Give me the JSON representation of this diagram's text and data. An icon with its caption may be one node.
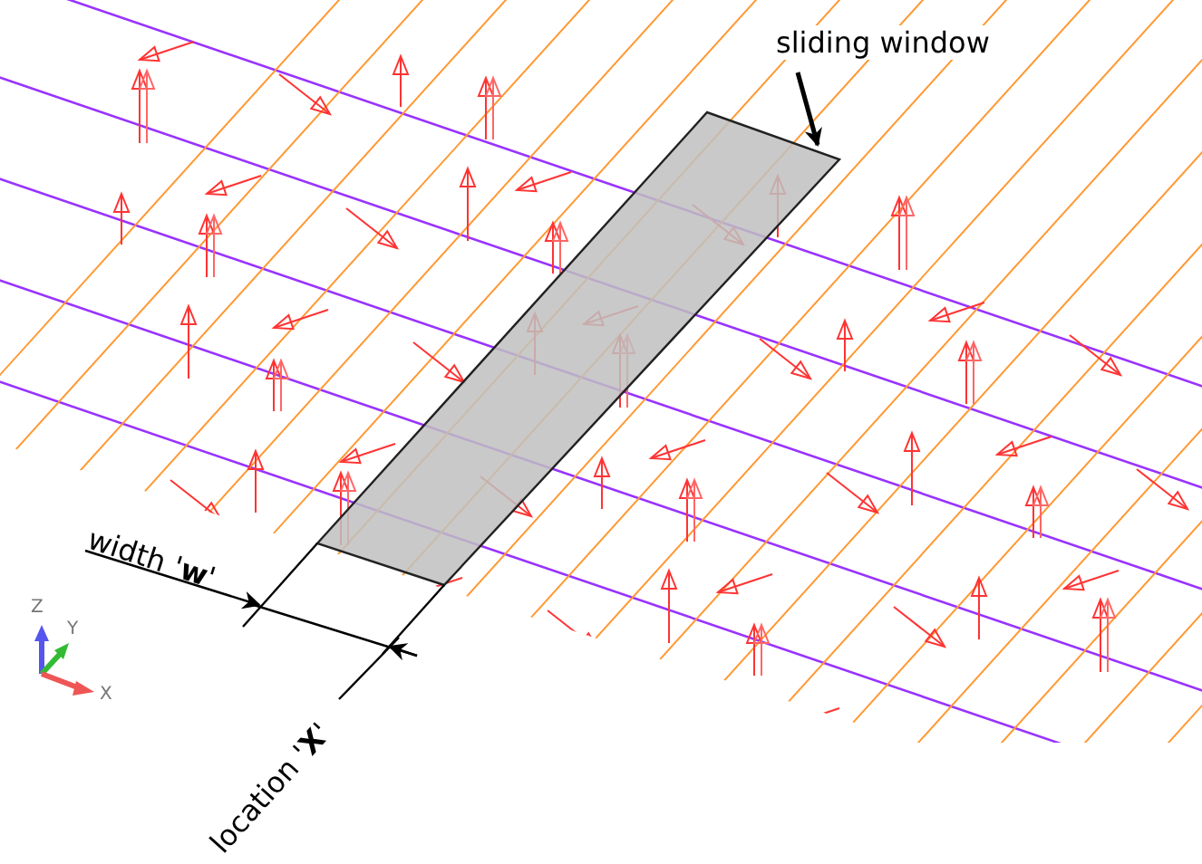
{
  "diagram": {
    "nodes": [
      {
        "text": [
          "sliding window"
        ]
      },
      {
        "text": [],
        "shape": "box"
      }
    ],
    "edges": [
      {
        "from": 0,
        "to": 1,
        "arrow": "to"
      }
    ],
    "labels": [
      "width '**w**'",
      "Z",
      "Y",
      "X",
      "location '**X**'"
    ]
  }
}
